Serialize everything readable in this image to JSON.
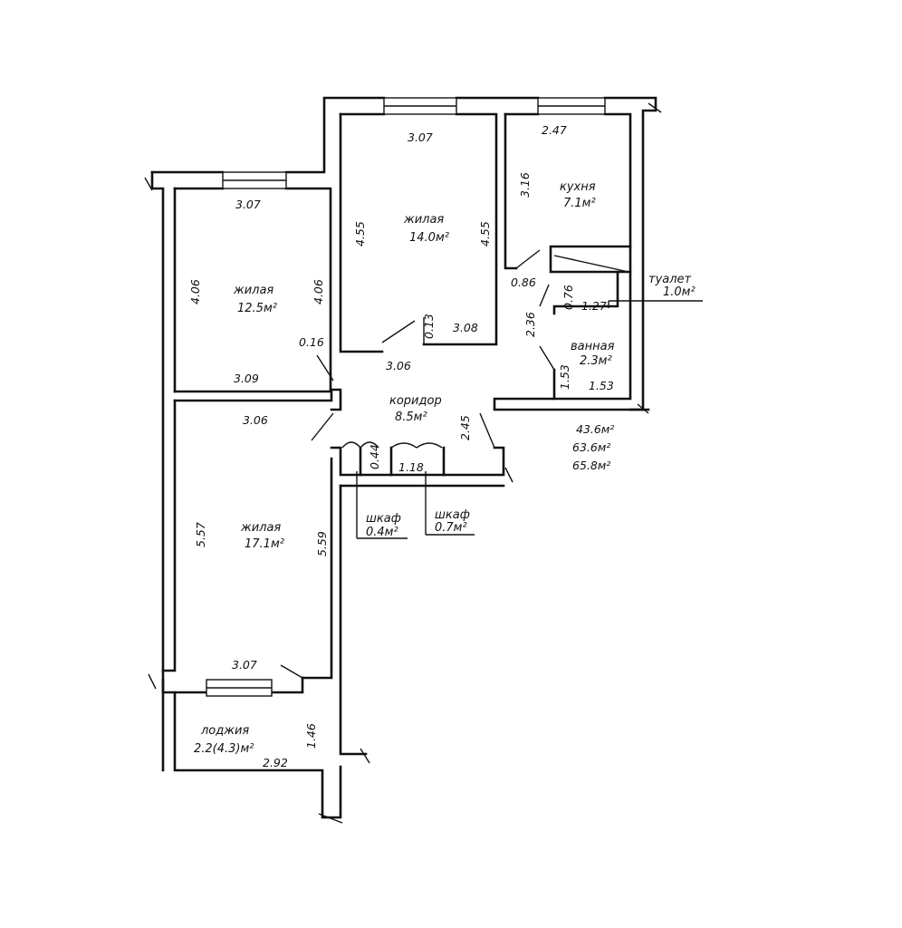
{
  "rooms": {
    "living_1": {
      "name": "жилая",
      "area": "12.5м²"
    },
    "living_2": {
      "name": "жилая",
      "area": "14.0м²"
    },
    "living_3": {
      "name": "жилая",
      "area": "17.1м²"
    },
    "kitchen": {
      "name": "кухня",
      "area": "7.1м²"
    },
    "toilet": {
      "name": "туалет",
      "area": "1.0м²"
    },
    "bathroom": {
      "name": "ванная",
      "area": "2.3м²"
    },
    "corridor": {
      "name": "коридор",
      "area": "8.5м²"
    },
    "loggia": {
      "name": "лоджия",
      "area": "2.2(4.3)м²"
    },
    "closet_1": {
      "name": "шкаф",
      "area": "0.4м²"
    },
    "closet_2": {
      "name": "шкаф",
      "area": "0.7м²"
    }
  },
  "dimensions": {
    "l1_top": "3.07",
    "l1_left": "4.06",
    "l1_right": "4.06",
    "l1_bottom": "3.09",
    "l2_top": "3.07",
    "l2_left": "4.55",
    "l2_right": "4.55",
    "l2_bottom": "3.08",
    "l2_door": "0.13",
    "wall_016": "0.16",
    "corr_width": "3.06",
    "kitchen_top": "2.47",
    "kitchen_side": "3.16",
    "kitchen_086": "0.86",
    "toilet_076": "0.76",
    "toilet_127": "1.27",
    "bath_236": "2.36",
    "bath_153v": "1.53",
    "bath_153h": "1.53",
    "corr_245": "2.45",
    "l3_top": "3.06",
    "l3_left": "5.57",
    "l3_right": "5.59",
    "l3_bottom": "3.07",
    "closet_044": "0.44",
    "closet_118": "1.18",
    "loggia_146": "1.46",
    "loggia_292": "2.92"
  },
  "totals": [
    "43.6м²",
    "63.6м²",
    "65.8м²"
  ]
}
